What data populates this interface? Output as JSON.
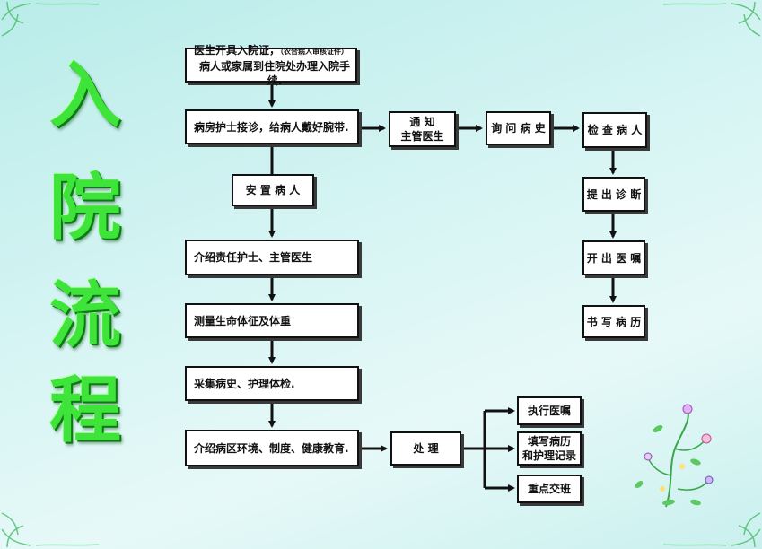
{
  "title": [
    "入",
    "院",
    "流",
    "程"
  ],
  "boxes": {
    "doctor_issue": {
      "line1": "医生开具入院证，",
      "line1_note": "（农合病人审核证件）",
      "line2": "病人或家属到住院处办理入院手续."
    },
    "nurse_receive": "病房护士接诊，给病人戴好腕带.",
    "settle_patient": "安 置 病 人",
    "introduce_staff": "介绍责任护士、主管医生",
    "measure_vitals": "测量生命体征及体重",
    "collect_history": "采集病史、护理体检.",
    "introduce_ward": "介绍病区环境、制度、健康教育.",
    "notify_doctor": {
      "line1": "通  知",
      "line2": "主管医生"
    },
    "inquire_history": "询 问 病 史",
    "examine_patient": "检 查 病 人",
    "diagnosis": "提 出 诊 断",
    "orders": "开 出 医 嘱",
    "write_records": "书 写 病 历",
    "handle": "处    理",
    "execute_orders": "执行医嘱",
    "write_nursing": {
      "line1": "填写病历",
      "line2": "和护理记录"
    },
    "handover": "重点交班"
  },
  "colors": {
    "background": "#c9f0ee",
    "title_green": "#3ee43a",
    "title_shadow": "#0b7a12",
    "box_border": "#111111",
    "arrow": "#111111"
  },
  "decorations": [
    "corner-vine-ornament",
    "flower-vine-illustration"
  ]
}
